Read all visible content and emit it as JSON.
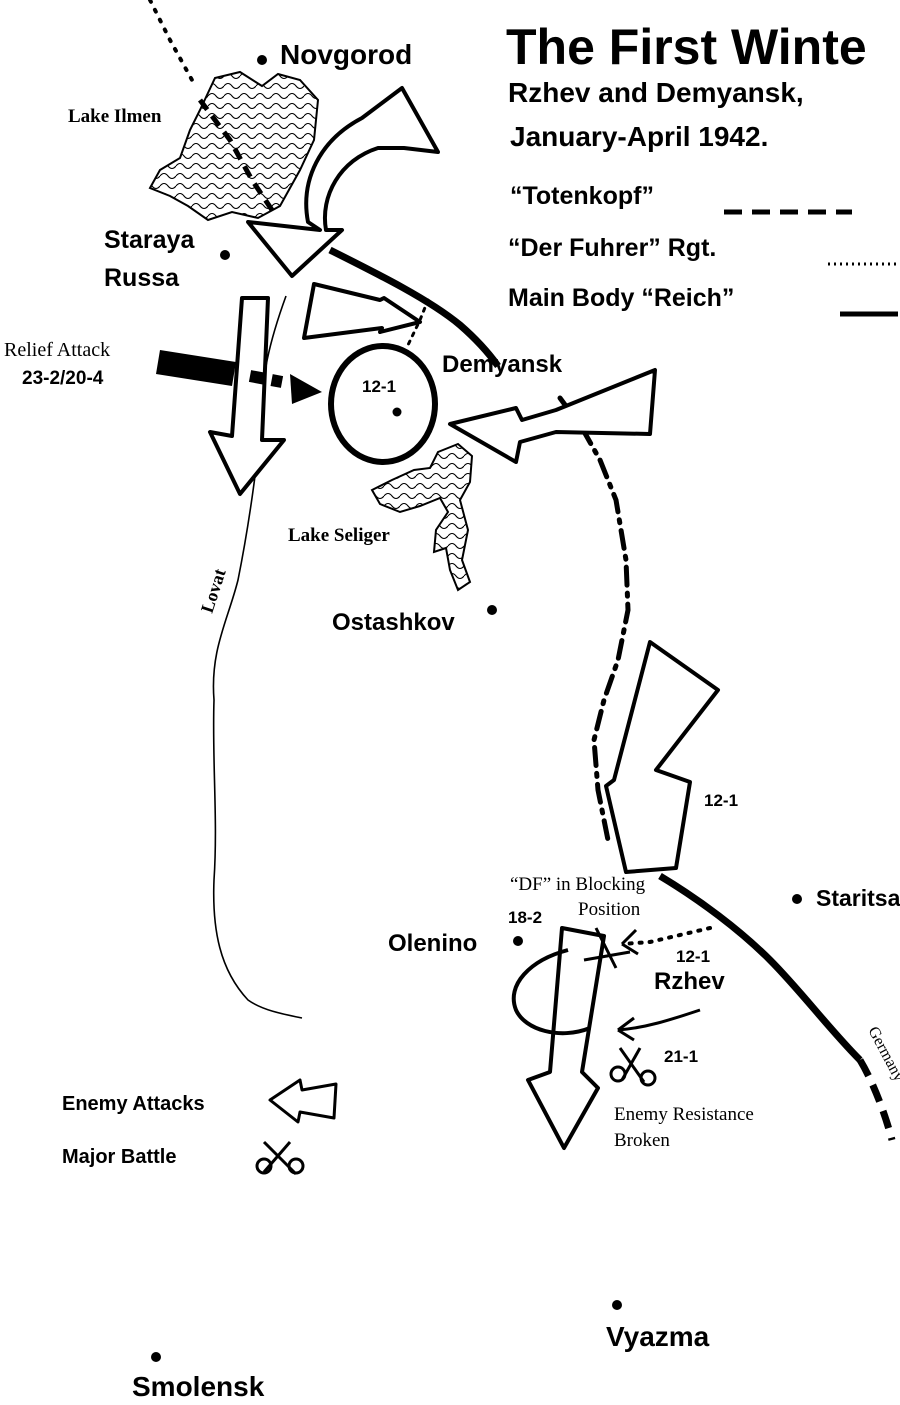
{
  "title": {
    "line1": "The First Winte",
    "line2": "Rzhev and Demyansk,",
    "line3": "January-April 1942."
  },
  "legend_units": {
    "totenkopf": "“Totenkopf”",
    "der_fuhrer": "“Der Fuhrer” Rgt.",
    "reich": "Main Body “Reich”"
  },
  "legend_symbols": {
    "enemy_attacks": "Enemy Attacks",
    "major_battle": "Major Battle"
  },
  "places": {
    "novgorod": "Novgorod",
    "lake_ilmen": "Lake Ilmen",
    "staraya_russa_1": "Staraya",
    "staraya_russa_2": "Russa",
    "demyansk": "Demyansk",
    "lake_seliger": "Lake Seliger",
    "ostashkov": "Ostashkov",
    "lovat": "Lovat",
    "staritsa": "Staritsa",
    "olenino": "Olenino",
    "rzhev": "Rzhev",
    "vyazma": "Vyazma",
    "smolensk": "Smolensk",
    "germany": "Germany"
  },
  "annotations": {
    "relief_attack": "Relief Attack",
    "relief_dates": "23-2/20-4",
    "demyansk_date": "12-1",
    "arrow_date": "12-1",
    "df_blocking_1": "“DF” in Blocking",
    "df_blocking_2": "Position",
    "date_18_2": "18-2",
    "rzhev_date": "12-1",
    "battle_date": "21-1",
    "resistance_1": "Enemy Resistance",
    "resistance_2": "Broken"
  }
}
